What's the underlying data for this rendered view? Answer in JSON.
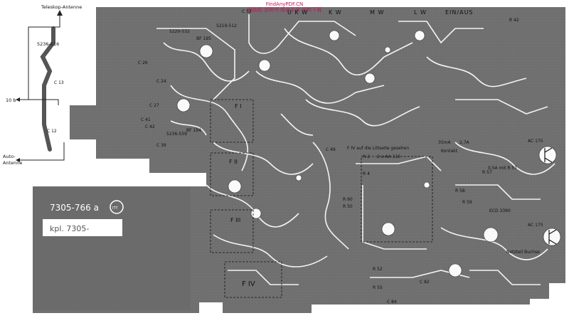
{
  "watermark": {
    "line1": "FindAnyPDF.CN",
    "line2": "电路图·说明书·维修手册 资料下载"
  },
  "antenna": {
    "telescope": "Teleskop-Antenne",
    "auto_line1": "Auto-",
    "auto_line2": "Antenne",
    "ref1": "5236-516",
    "ref2": "10 b"
  },
  "headers": {
    "ukw": "U K W",
    "kw": "K W",
    "mw": "M W",
    "lw": "L W",
    "einaus": "EIN/AUS"
  },
  "label_card": {
    "code": "7305-766 a",
    "logo": "ITT",
    "kpl": "kpl. 7305-"
  },
  "filters": {
    "f1": "F I",
    "f2": "F II",
    "f3": "F III",
    "f4": "F IV",
    "f4_note": "F IV auf die Lötseite gesehen"
  },
  "components": {
    "c52": "C 52",
    "c26": "C 26",
    "c24": "C 24",
    "c27": "C 27",
    "c41": "C 41",
    "c42": "C 42",
    "c39": "C 39",
    "c13": "C 13",
    "c12": "C 12",
    "c49": "C 49",
    "c84": "C 84",
    "c82": "C 82",
    "r42": "R 42",
    "r50": "R 50",
    "r52": "R 52",
    "r55": "R 55",
    "r57": "R 57",
    "r58": "R 58",
    "r59": "R 59",
    "r60": "R 60",
    "r2": "R 2",
    "r4": "R 4",
    "ref_5220": "5220-532",
    "ref_5236_559": "5236-559",
    "ref_5239": "5219-512",
    "bf195": "BF 195",
    "bf194": "BF 194",
    "aa115": "2 x AA 115",
    "ac175": "AC 175",
    "ac175b": "AC 175",
    "ma35": "35mA",
    "ma2": "2,7A",
    "kontakt": "Kontakt",
    "netzteil_buchse": "Netzteil Buchse",
    "ecd": "ECD 3390",
    "fuse_note": "0,5A mit R 57"
  }
}
